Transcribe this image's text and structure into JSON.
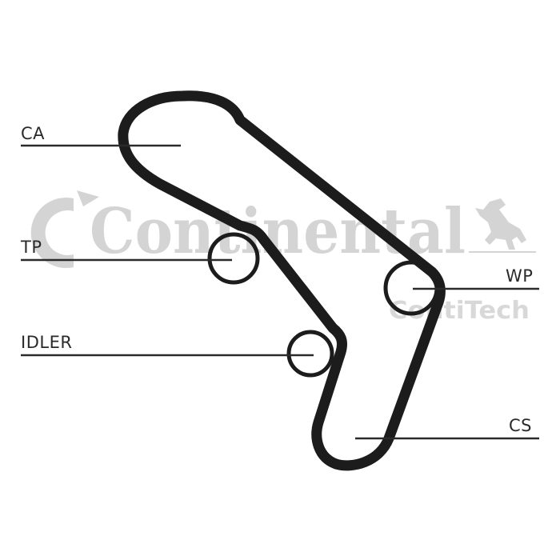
{
  "diagram": {
    "type": "timing-belt-routing",
    "components": [
      {
        "id": "CA",
        "label": "CA"
      },
      {
        "id": "TP",
        "label": "TP"
      },
      {
        "id": "IDLER",
        "label": "IDLER"
      },
      {
        "id": "WP",
        "label": "WP"
      },
      {
        "id": "CS",
        "label": "CS"
      }
    ]
  },
  "labels": {
    "ca": "CA",
    "tp": "TP",
    "idler": "IDLER",
    "wp": "WP",
    "cs": "CS"
  },
  "watermark": {
    "brand": "Continental",
    "sub_brand": "ContiTech",
    "color": "#d4d4d4"
  },
  "colors": {
    "belt": "#1c1c1c",
    "leader_lines": "#2a2a2a",
    "background": "#ffffff"
  }
}
